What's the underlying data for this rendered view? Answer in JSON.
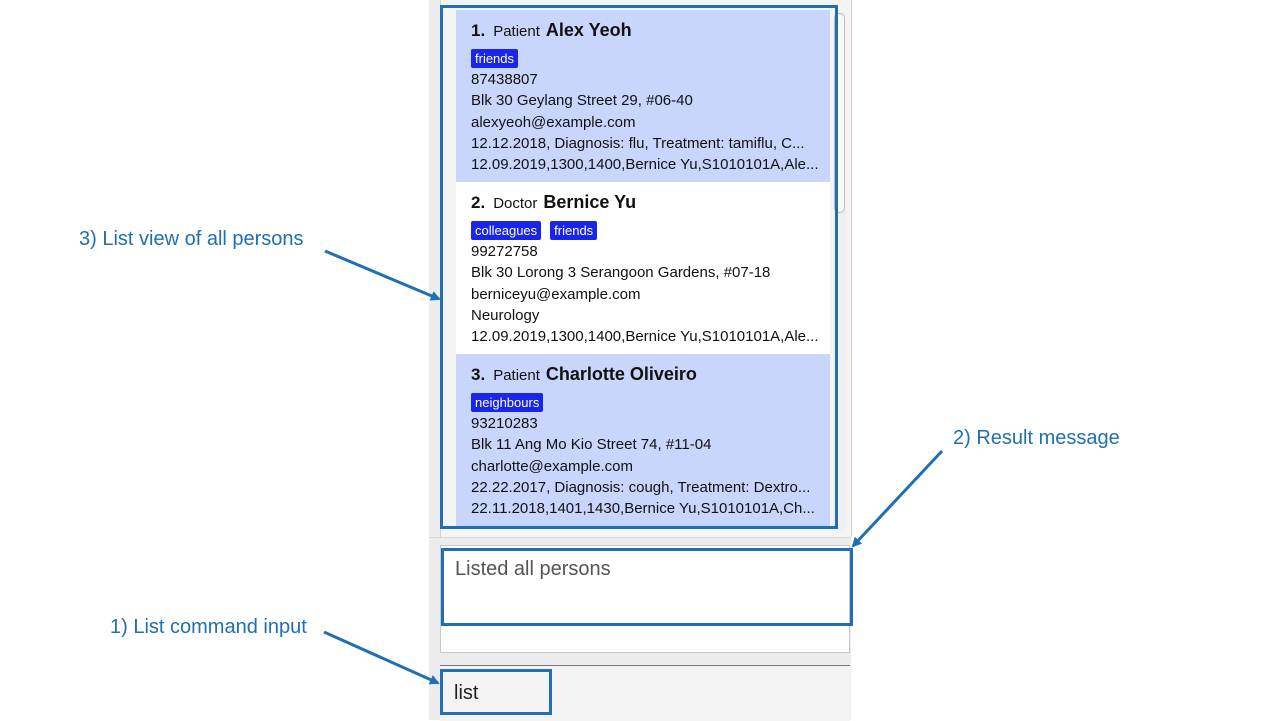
{
  "annotations": {
    "list_command": "1) List command input",
    "result_message": "2) Result message",
    "list_view": "3) List view of all persons",
    "color": "#1f6fb2"
  },
  "persons": [
    {
      "index": "1.",
      "role": "Patient",
      "name": "Alex Yeoh",
      "tags": [
        "friends"
      ],
      "phone": "87438807",
      "address": "Blk 30 Geylang Street 29, #06-40",
      "email": "alexyeoh@example.com",
      "detail": "12.12.2018, Diagnosis: flu, Treatment: tamiflu, C...",
      "appointment": "12.09.2019,1300,1400,Bernice Yu,S1010101A,Ale..."
    },
    {
      "index": "2.",
      "role": "Doctor",
      "name": "Bernice Yu",
      "tags": [
        "colleagues",
        "friends"
      ],
      "phone": "99272758",
      "address": "Blk 30 Lorong 3 Serangoon Gardens, #07-18",
      "email": "berniceyu@example.com",
      "detail": "Neurology",
      "appointment": "12.09.2019,1300,1400,Bernice Yu,S1010101A,Ale..."
    },
    {
      "index": "3.",
      "role": "Patient",
      "name": "Charlotte Oliveiro",
      "tags": [
        "neighbours"
      ],
      "phone": "93210283",
      "address": "Blk 11 Ang Mo Kio Street 74, #11-04",
      "email": "charlotte@example.com",
      "detail": "22.22.2017, Diagnosis: cough, Treatment: Dextro...",
      "appointment": "22.11.2018,1401,1430,Bernice Yu,S1010101A,Ch..."
    }
  ],
  "result": {
    "message": "Listed all persons"
  },
  "command": {
    "value": "list"
  },
  "colors": {
    "card_selected": "#c9d6fc",
    "tag": "#1a25ea"
  }
}
